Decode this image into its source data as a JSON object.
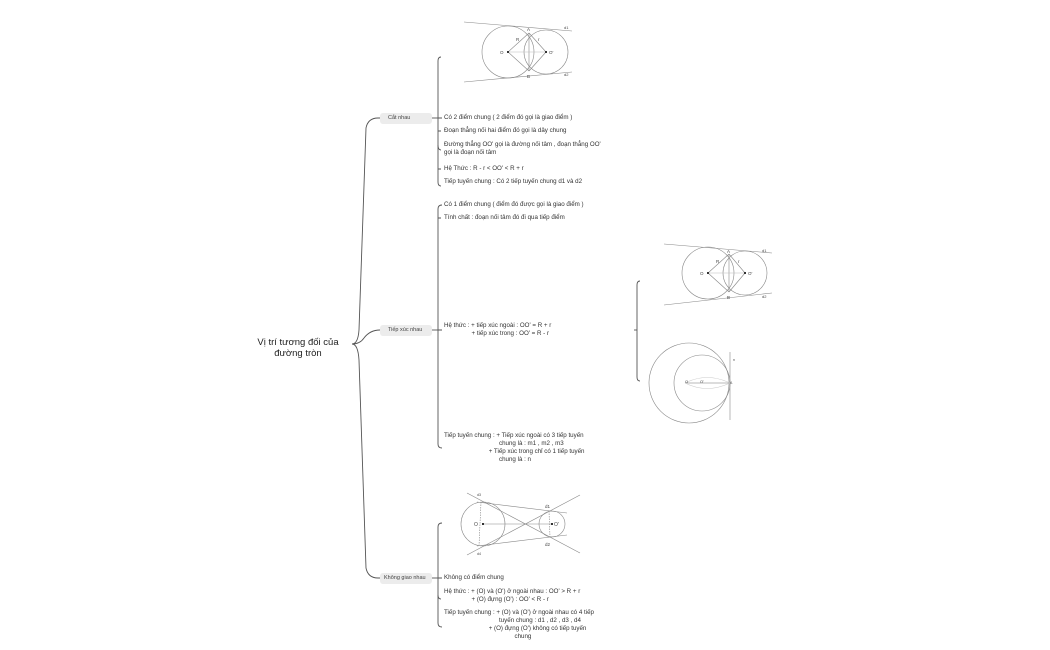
{
  "root": {
    "title": "Vị trí tương đối của đường tròn"
  },
  "branches": [
    {
      "label": "Cắt nhau",
      "items": [
        "Có 2 điểm chung ( 2 điểm đó gọi là giao điểm )",
        "Đoạn thẳng nối hai điểm đó gọi là dây chung",
        "Đường thẳng OO' gọi là đường nối tâm , đoạn thẳng OO'\ngọi là đoạn nối tâm",
        "Hệ Thức : R - r < OO' < R + r",
        "Tiếp tuyến chung : Có 2 tiếp tuyến chung d1 và d2"
      ],
      "figure": {
        "labels": [
          "A",
          "B",
          "O",
          "O'",
          "R",
          "r",
          "d1",
          "d2"
        ]
      }
    },
    {
      "label": "Tiếp xúc nhau",
      "items": [
        "Có 1 điểm chung ( điểm đó được gọi là giao điểm )",
        "Tính chất : đoạn nối tâm đó đi qua tiếp điểm",
        "Hệ thức : + tiếp xúc ngoài : OO' = R + r\n                + tiếp xúc trong : OO' = R - r",
        "Tiếp tuyến chung : + Tiếp xúc ngoài có 3 tiếp tuyến\n                                chung là : m1 , m2 , m3\n                          + Tiếp xúc trong chỉ có 1 tiếp tuyến\n                                chung là : n"
      ],
      "figures": [
        {
          "labels": [
            "A",
            "B",
            "O",
            "O'",
            "R",
            "r",
            "d1",
            "d2"
          ]
        },
        {
          "labels": [
            "O",
            "O'",
            "A",
            "n"
          ]
        }
      ]
    },
    {
      "label": "Không giao nhau",
      "items": [
        "Không có điểm chung",
        "Hệ thức : + (O) và (O') ở ngoài nhau : OO' > R + r\n                + (O) đựng (O') : OO' < R - r",
        "Tiếp tuyến chung : + (O) và (O') ở ngoài nhau có 4 tiếp\n                                tuyến chung : d1 , d2 , d3 , d4\n                          + (O) đựng (O') không có tiếp tuyến\n                                         chung"
      ],
      "figure": {
        "labels": [
          "O",
          "O'",
          "d1",
          "d2",
          "d3",
          "d4"
        ]
      }
    }
  ],
  "colors": {
    "line": "#555555",
    "branch_bg": "#ececec",
    "text": "#333333"
  }
}
